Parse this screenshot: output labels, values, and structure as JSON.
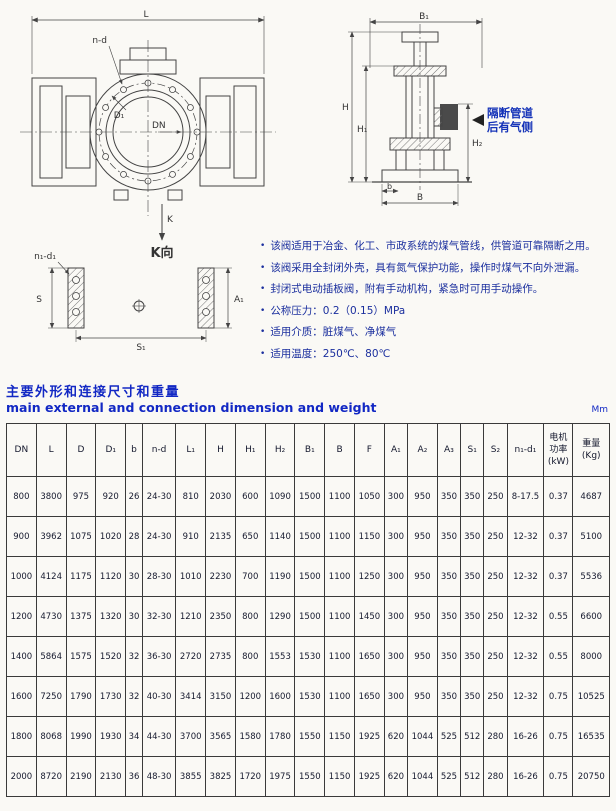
{
  "page": {
    "unit_label": "Mm"
  },
  "section_title": {
    "zh": "主要外形和连接尺寸和重量",
    "en": "main external and connection dimension and weight"
  },
  "notes": {
    "bullet": "•",
    "items": [
      "该阀适用于冶金、化工、市政系统的煤气管线，供管道可靠隔断之用。",
      "该阀采用全封闭外壳，具有氮气保护功能，操作时煤气不向外泄漏。",
      "封闭式电动插板阀，附有手动机构，紧急时可用手动操作。",
      "公称压力：0.2（0.15）MPa",
      "适用介质：脏煤气、净煤气",
      "适用温度：250℃、80℃"
    ]
  },
  "diagram": {
    "front_view": {
      "dim_L": "L",
      "bolt_label": "n-d",
      "dim_D1": "D₁",
      "dim_DN": "DN",
      "dim_K": "K",
      "view_label": "K向",
      "section_bolt_label": "n₁-d₁",
      "dim_S": "S",
      "dim_A1": "A₁",
      "dim_S1": "S₁"
    },
    "side_view": {
      "dim_B1": "B₁",
      "dim_B": "B",
      "dim_H": "H",
      "dim_H1": "H₁",
      "dim_H2": "H₂",
      "dim_b": "b",
      "callout_line1": "隔断管道",
      "callout_line2": "后有气侧"
    }
  },
  "table": {
    "headers": [
      "DN",
      "L",
      "D",
      "D₁",
      "b",
      "n-d",
      "L₁",
      "H",
      "H₁",
      "H₂",
      "B₁",
      "B",
      "F",
      "A₁",
      "A₂",
      "A₃",
      "S₁",
      "S₂",
      "n₁-d₁",
      "电机\n功率\n(kW)",
      "重量\n(Kg)"
    ],
    "rows": [
      [
        "800",
        "3800",
        "975",
        "920",
        "26",
        "24-30",
        "810",
        "2030",
        "600",
        "1090",
        "1500",
        "1100",
        "1050",
        "300",
        "950",
        "350",
        "350",
        "250",
        "8-17.5",
        "0.37",
        "4687"
      ],
      [
        "900",
        "3962",
        "1075",
        "1020",
        "28",
        "24-30",
        "910",
        "2135",
        "650",
        "1140",
        "1500",
        "1100",
        "1150",
        "300",
        "950",
        "350",
        "350",
        "250",
        "12-32",
        "0.37",
        "5100"
      ],
      [
        "1000",
        "4124",
        "1175",
        "1120",
        "30",
        "28-30",
        "1010",
        "2230",
        "700",
        "1190",
        "1500",
        "1100",
        "1250",
        "300",
        "950",
        "350",
        "350",
        "250",
        "12-32",
        "0.37",
        "5536"
      ],
      [
        "1200",
        "4730",
        "1375",
        "1320",
        "30",
        "32-30",
        "1210",
        "2350",
        "800",
        "1290",
        "1500",
        "1100",
        "1450",
        "300",
        "950",
        "350",
        "350",
        "250",
        "12-32",
        "0.55",
        "6600"
      ],
      [
        "1400",
        "5864",
        "1575",
        "1520",
        "32",
        "36-30",
        "2720",
        "2735",
        "800",
        "1553",
        "1530",
        "1100",
        "1650",
        "300",
        "950",
        "350",
        "350",
        "250",
        "12-32",
        "0.55",
        "8000"
      ],
      [
        "1600",
        "7250",
        "1790",
        "1730",
        "32",
        "40-30",
        "3414",
        "3150",
        "1200",
        "1600",
        "1530",
        "1100",
        "1650",
        "300",
        "950",
        "350",
        "350",
        "250",
        "12-32",
        "0.75",
        "10525"
      ],
      [
        "1800",
        "8068",
        "1990",
        "1930",
        "34",
        "44-30",
        "3700",
        "3565",
        "1580",
        "1780",
        "1550",
        "1150",
        "1925",
        "620",
        "1044",
        "525",
        "512",
        "280",
        "16-26",
        "0.75",
        "16535"
      ],
      [
        "2000",
        "8720",
        "2190",
        "2130",
        "36",
        "48-30",
        "3855",
        "3825",
        "1720",
        "1975",
        "1550",
        "1150",
        "1925",
        "620",
        "1044",
        "525",
        "512",
        "280",
        "16-26",
        "0.75",
        "20750"
      ]
    ]
  }
}
